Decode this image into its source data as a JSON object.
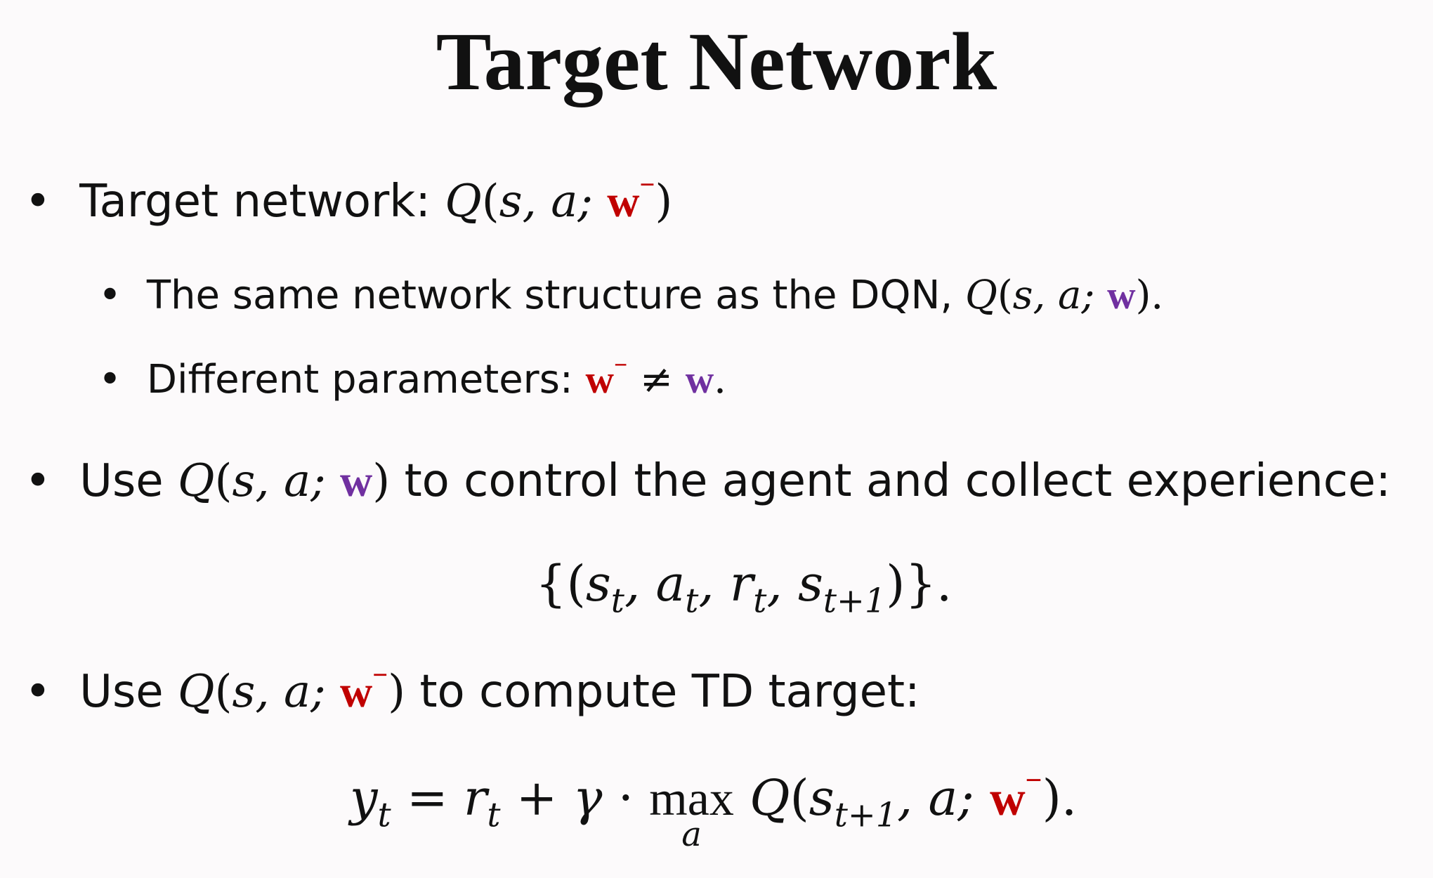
{
  "title": "Target Network",
  "bullets": {
    "b1_text": "Target network: ",
    "b1_sub1_text": "The same network structure as the DQN, ",
    "b1_sub2_text": "Different parameters: ",
    "b2_pre": "Use ",
    "b2_post": " to control the agent and collect experience:",
    "b3_pre": "Use ",
    "b3_post": " to compute TD target:"
  },
  "math": {
    "Q": "Q",
    "w": "w",
    "minus": "−",
    "neq": "≠",
    "max": "max",
    "max_sub": "a",
    "gamma": "γ",
    "cdot": "·",
    "t": "t",
    "t1": "t+1"
  },
  "colors": {
    "target_weight": "#c00000",
    "dqn_weight": "#7030a0"
  }
}
